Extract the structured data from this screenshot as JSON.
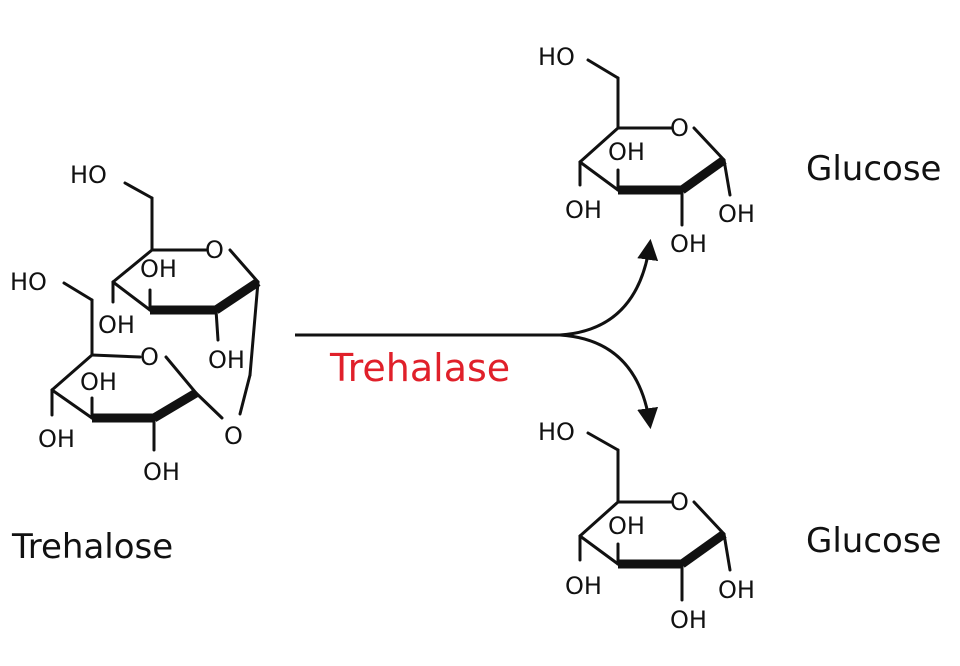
{
  "substrate": {
    "name": "Trehalose",
    "atoms": {
      "upper_ch2oh": "HO",
      "upper_ring_o": "O",
      "upper_oh_inner": "OH",
      "upper_oh_left": "OH",
      "upper_oh_right": "OH",
      "lower_ch2oh": "HO",
      "lower_ring_o": "O",
      "lower_oh_inner": "OH",
      "lower_oh_left": "OH",
      "lower_oh_bottom": "OH",
      "glycosidic_o": "O"
    }
  },
  "enzyme": {
    "name": "Trehalase",
    "color": "#e0202a"
  },
  "products": [
    {
      "name": "Glucose",
      "atoms": {
        "ch2oh": "HO",
        "ring_o": "O",
        "oh_inner": "OH",
        "oh_left": "OH",
        "oh_bottom": "OH",
        "oh_right": "OH"
      }
    },
    {
      "name": "Glucose",
      "atoms": {
        "ch2oh": "HO",
        "ring_o": "O",
        "oh_inner": "OH",
        "oh_left": "OH",
        "oh_bottom": "OH",
        "oh_right": "OH"
      }
    }
  ]
}
